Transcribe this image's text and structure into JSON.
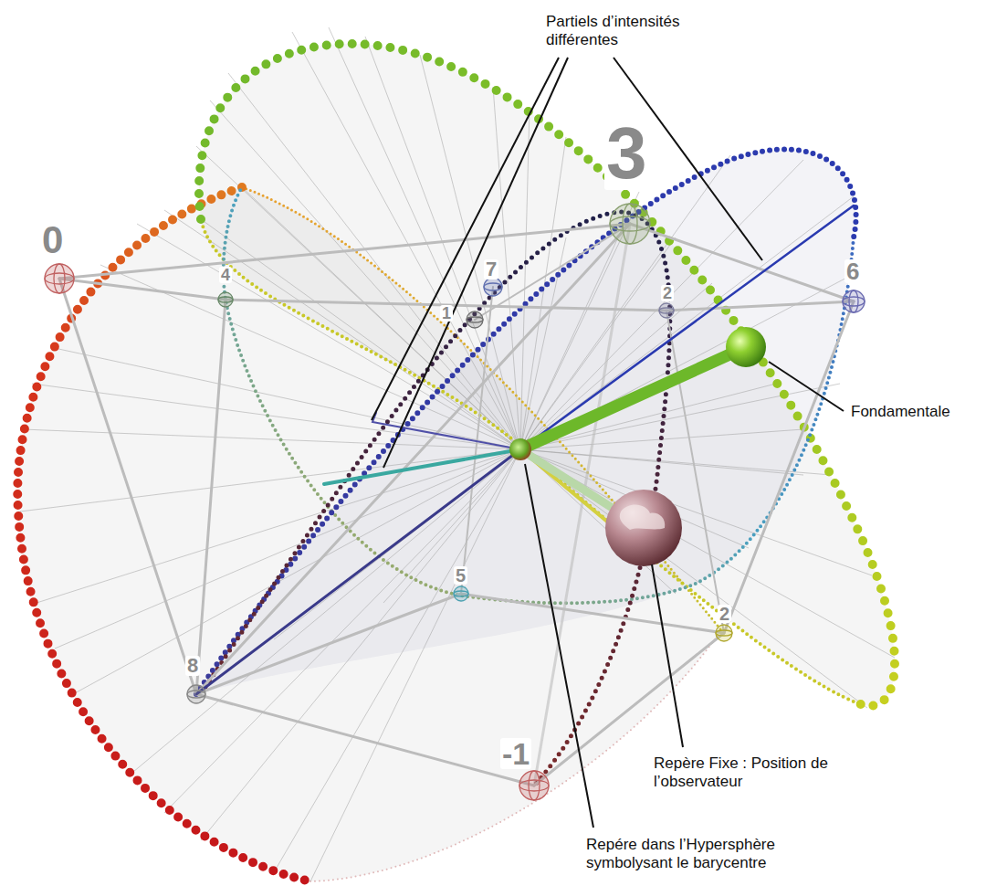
{
  "diagram": {
    "labels": [
      "Partiels d’intensités différentes",
      "0",
      "3",
      "7",
      "4",
      "1",
      "2",
      "6",
      "Fondamentale",
      "5",
      "8",
      "2",
      "-1",
      "Repère Fixe : Position de l’observateur",
      "Repére dans l’Hypersphère symbolysant le barycentre"
    ]
  }
}
